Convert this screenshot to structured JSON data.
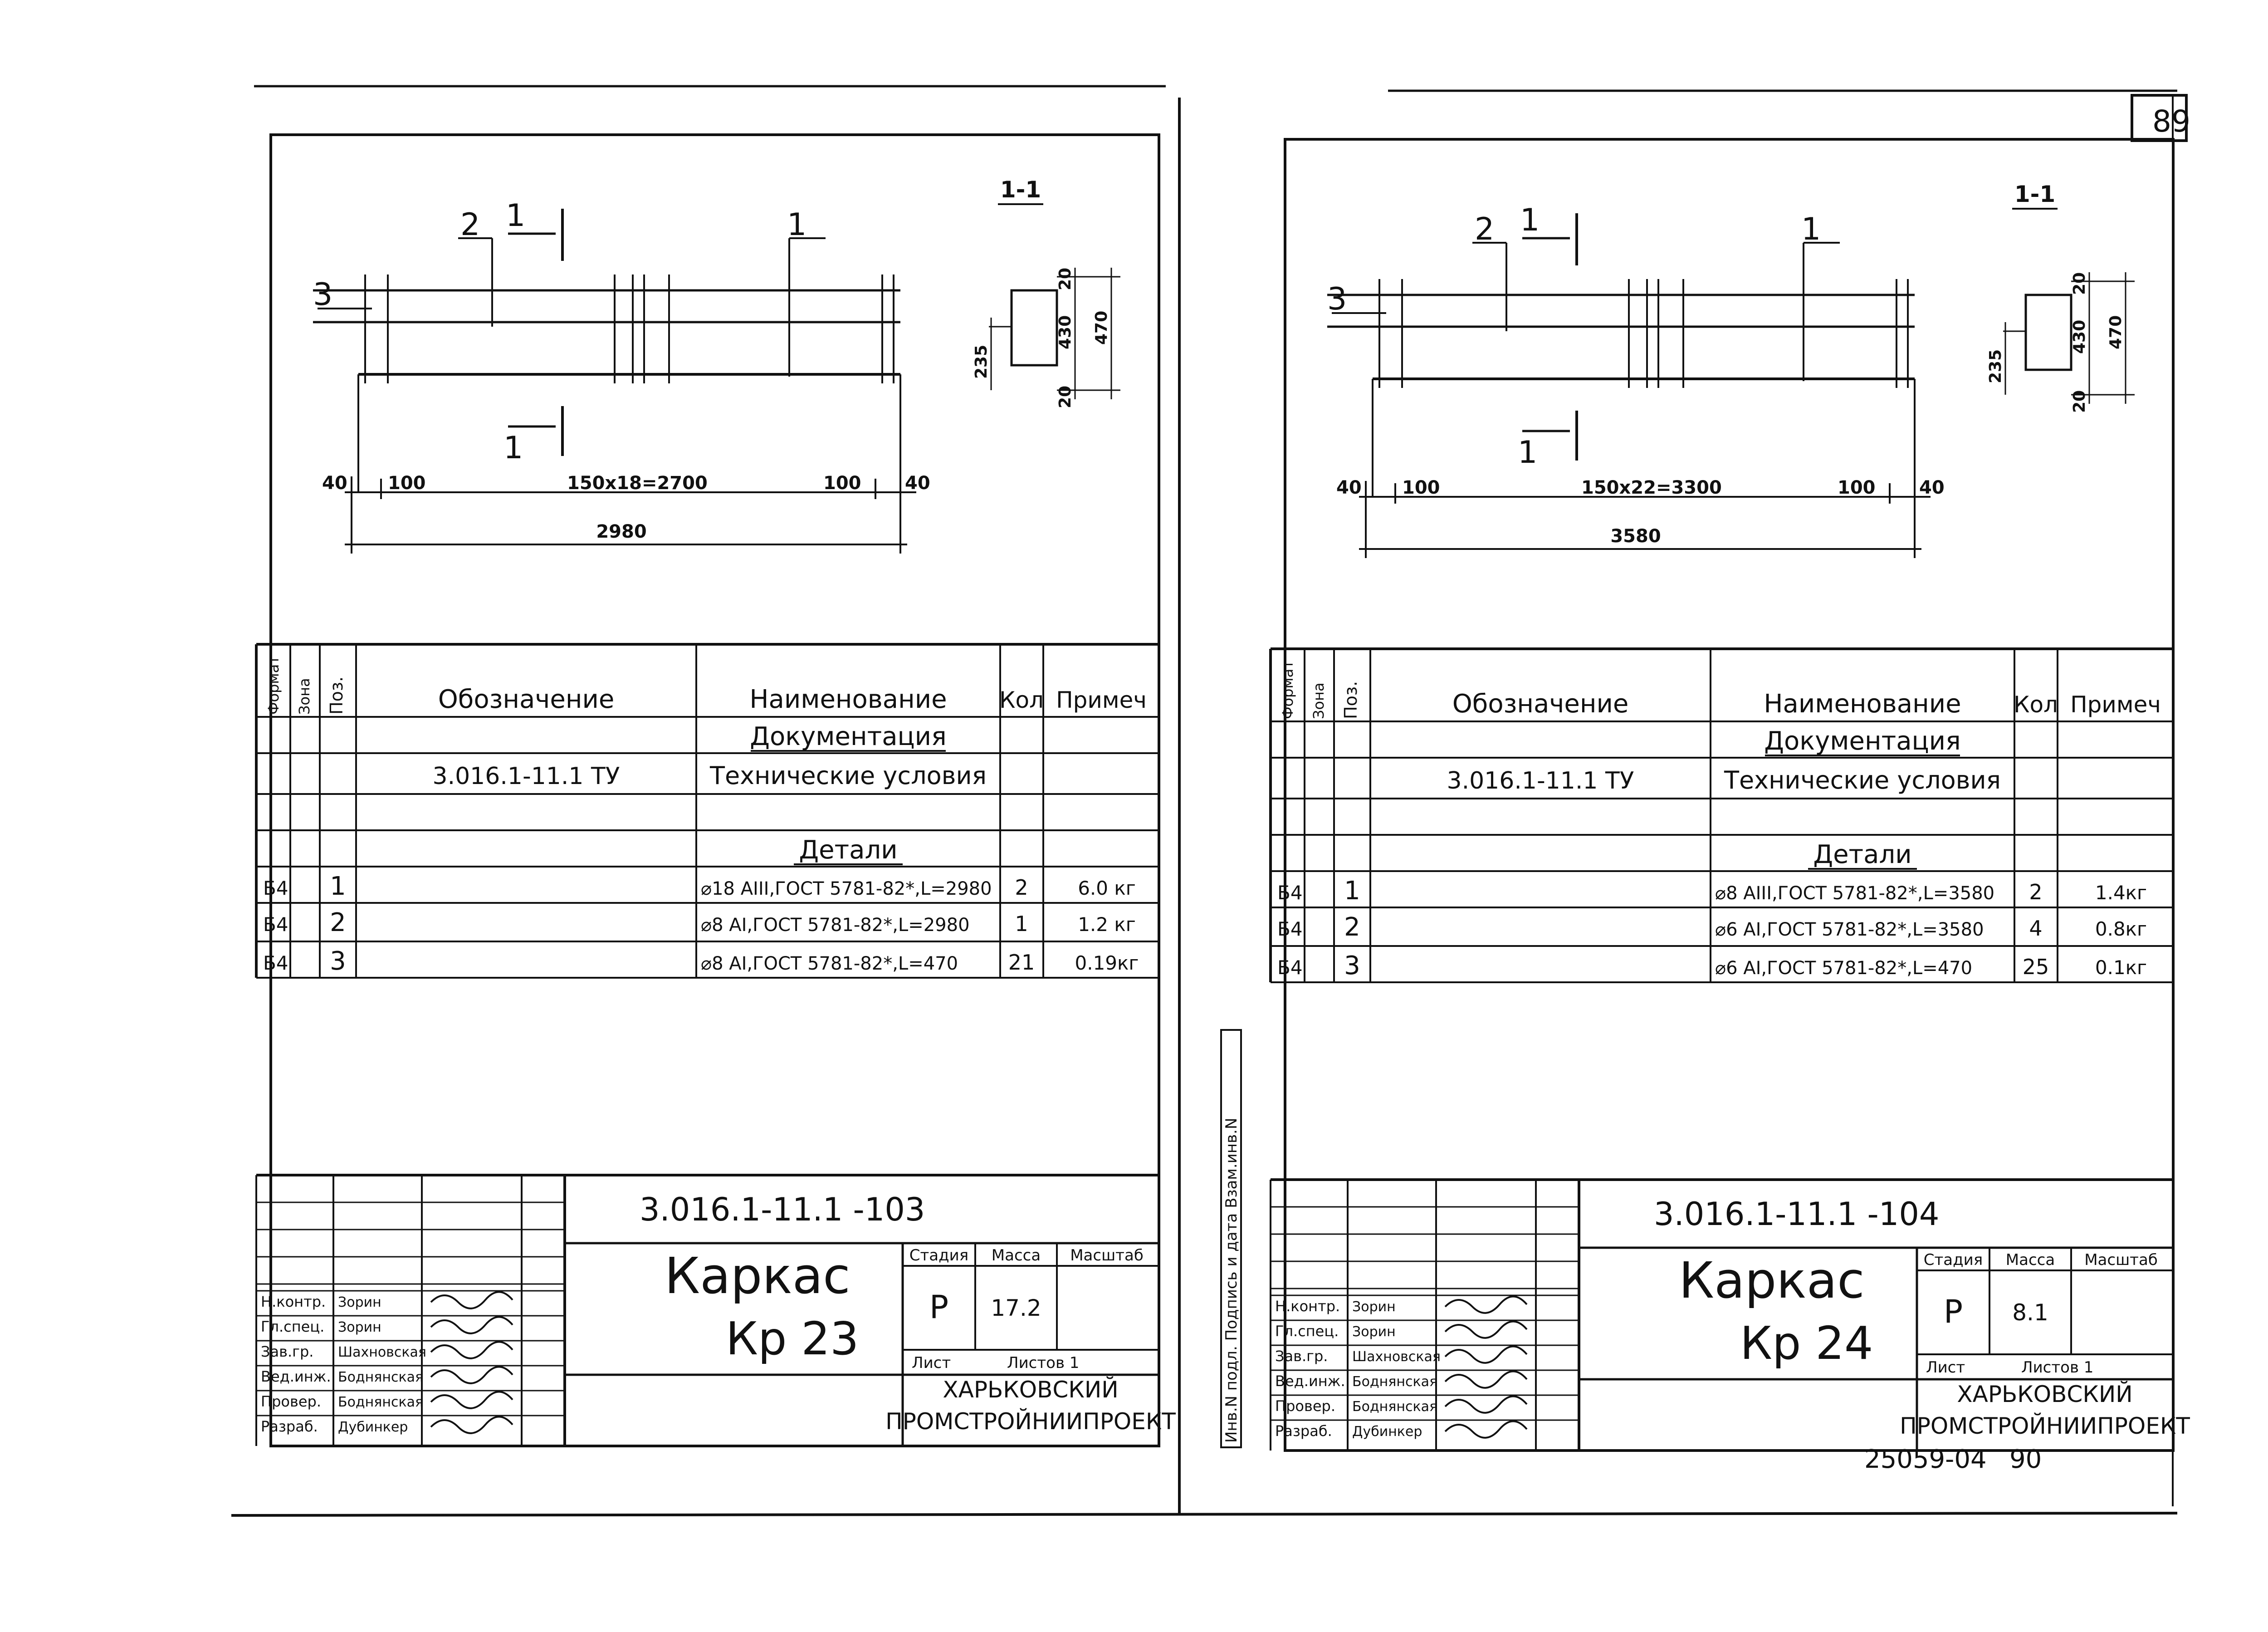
{
  "page_number": "89",
  "footer": {
    "code": "25059-04",
    "page": "90"
  },
  "side_stamp": "Инв.N подл. Подпись и дата Взам.инв.N",
  "columns": {
    "format": "Формат",
    "zone": "Зона",
    "pos": "Поз.",
    "designation": "Обозначение",
    "name": "Наименование",
    "qty": "Кол",
    "note": "Примеч"
  },
  "section_label": "1-1",
  "section_dims": {
    "total": "470",
    "inner": "430",
    "cover_top": "20",
    "cover_bottom": "20",
    "offset": "235"
  },
  "sheets": [
    {
      "drawing": {
        "pos_1": "1",
        "pos_2": "2",
        "pos_3": "3",
        "cut_1": "1",
        "cut_2": "1",
        "dim_edge_left": "40",
        "dim_end_left": "100",
        "dim_middle": "150х18=2700",
        "dim_end_right": "100",
        "dim_edge_right": "40",
        "dim_total": "2980"
      },
      "table": {
        "doc_header": "Документация",
        "doc_row": {
          "designation": "3.016.1-11.1 ТУ",
          "name": "Технические условия"
        },
        "details_header": "Детали",
        "rows": [
          {
            "format": "Б4",
            "pos": "1",
            "name": "⌀18 АIII,ГОСТ 5781-82*,L=2980",
            "qty": "2",
            "note": "6.0 кг"
          },
          {
            "format": "Б4",
            "pos": "2",
            "name": "⌀8 АI,ГОСТ 5781-82*,L=2980",
            "qty": "1",
            "note": "1.2 кг"
          },
          {
            "format": "Б4",
            "pos": "3",
            "name": "⌀8 АI,ГОСТ 5781-82*,L=470",
            "qty": "21",
            "note": "0.19кг"
          }
        ]
      },
      "title_block": {
        "doc_code": "3.016.1-11.1 -103",
        "title_line1": "Каркас",
        "title_line2": "Кр 23",
        "stage_label": "Стадия",
        "mass_label": "Масса",
        "scale_label": "Масштаб",
        "stage": "Р",
        "mass": "17.2",
        "sheet_label": "Лист",
        "sheets_label": "Листов 1",
        "org_line1": "ХАРЬКОВСКИЙ",
        "org_line2": "ПРОМСТРОЙНИИПРОЕКТ",
        "signers": [
          {
            "role": "Н.контр.",
            "name": "Зорин"
          },
          {
            "role": "Гл.спец.",
            "name": "Зорин"
          },
          {
            "role": "Зав.гр.",
            "name": "Шахновская"
          },
          {
            "role": "Вед.инж.",
            "name": "Боднянская"
          },
          {
            "role": "Провер.",
            "name": "Боднянская"
          },
          {
            "role": "Разраб.",
            "name": "Дубинкер"
          }
        ]
      }
    },
    {
      "drawing": {
        "pos_1": "1",
        "pos_2": "2",
        "pos_3": "3",
        "cut_1": "1",
        "cut_2": "1",
        "dim_edge_left": "40",
        "dim_end_left": "100",
        "dim_middle": "150х22=3300",
        "dim_end_right": "100",
        "dim_edge_right": "40",
        "dim_total": "3580"
      },
      "table": {
        "doc_header": "Документация",
        "doc_row": {
          "designation": "3.016.1-11.1 ТУ",
          "name": "Технические условия"
        },
        "details_header": "Детали",
        "rows": [
          {
            "format": "Б4",
            "pos": "1",
            "name": "⌀8 АIII,ГОСТ 5781-82*,L=3580",
            "qty": "2",
            "note": "1.4кг"
          },
          {
            "format": "Б4",
            "pos": "2",
            "name": "⌀6 АI,ГОСТ 5781-82*,L=3580",
            "qty": "4",
            "note": "0.8кг"
          },
          {
            "format": "Б4",
            "pos": "3",
            "name": "⌀6 АI,ГОСТ 5781-82*,L=470",
            "qty": "25",
            "note": "0.1кг"
          }
        ]
      },
      "title_block": {
        "doc_code": "3.016.1-11.1 -104",
        "title_line1": "Каркас",
        "title_line2": "Кр 24",
        "stage_label": "Стадия",
        "mass_label": "Масса",
        "scale_label": "Масштаб",
        "stage": "Р",
        "mass": "8.1",
        "sheet_label": "Лист",
        "sheets_label": "Листов 1",
        "org_line1": "ХАРЬКОВСКИЙ",
        "org_line2": "ПРОМСТРОЙНИИПРОЕКТ",
        "signers": [
          {
            "role": "Н.контр.",
            "name": "Зорин"
          },
          {
            "role": "Гл.спец.",
            "name": "Зорин"
          },
          {
            "role": "Зав.гр.",
            "name": "Шахновская"
          },
          {
            "role": "Вед.инж.",
            "name": "Боднянская"
          },
          {
            "role": "Провер.",
            "name": "Боднянская"
          },
          {
            "role": "Разраб.",
            "name": "Дубинкер"
          }
        ]
      }
    }
  ]
}
